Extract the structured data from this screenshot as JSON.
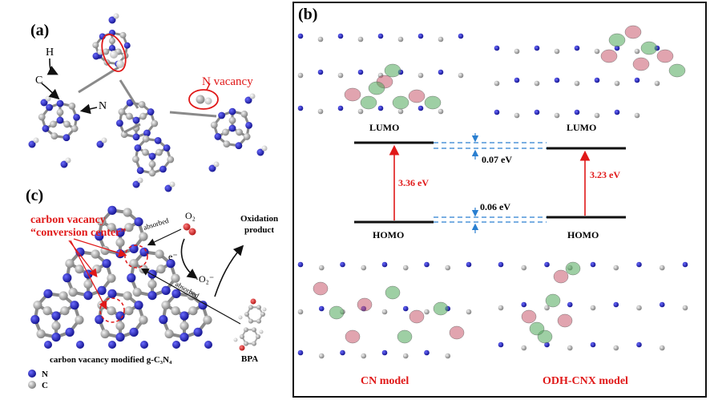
{
  "panel_a": {
    "label": "(a)",
    "atom_h": "H",
    "atom_c": "C",
    "atom_n": "N",
    "vacancy": "N vacancy"
  },
  "panel_b": {
    "label": "(b)",
    "lumo_left": "LUMO",
    "lumo_right": "LUMO",
    "homo_left": "HOMO",
    "homo_right": "HOMO",
    "gap_left": "3.36 eV",
    "gap_right": "3.23 eV",
    "shift_top": "0.07 eV",
    "shift_bottom": "0.06 eV",
    "model_left": "CN model",
    "model_right": "ODH-CNX model"
  },
  "panel_c": {
    "label": "(c)",
    "vacancy_line1": "carbon vacancy",
    "vacancy_line2": "“conversion center”",
    "o2": "O₂",
    "absorbed_top": "absorbed",
    "absorbed_bottom": "absorbed",
    "electron": "e⁻",
    "superoxide": "·O₂⁻",
    "oxidation_line1": "Oxidation",
    "oxidation_line2": "product",
    "bpa": "BPA",
    "caption": "carbon vacancy modified g-C₃N₄",
    "legend_n": "N",
    "legend_c": "C"
  },
  "colors": {
    "nitrogen": "#1c1ca8",
    "carbon": "#a8a8a8",
    "hydrogen": "#e6e6e6",
    "oxygen": "#cc2020",
    "accent_red": "#e01818",
    "energy_blue": "#2a7fd0",
    "orbital_red": "#c85a6e",
    "orbital_green": "#4ea85a"
  }
}
